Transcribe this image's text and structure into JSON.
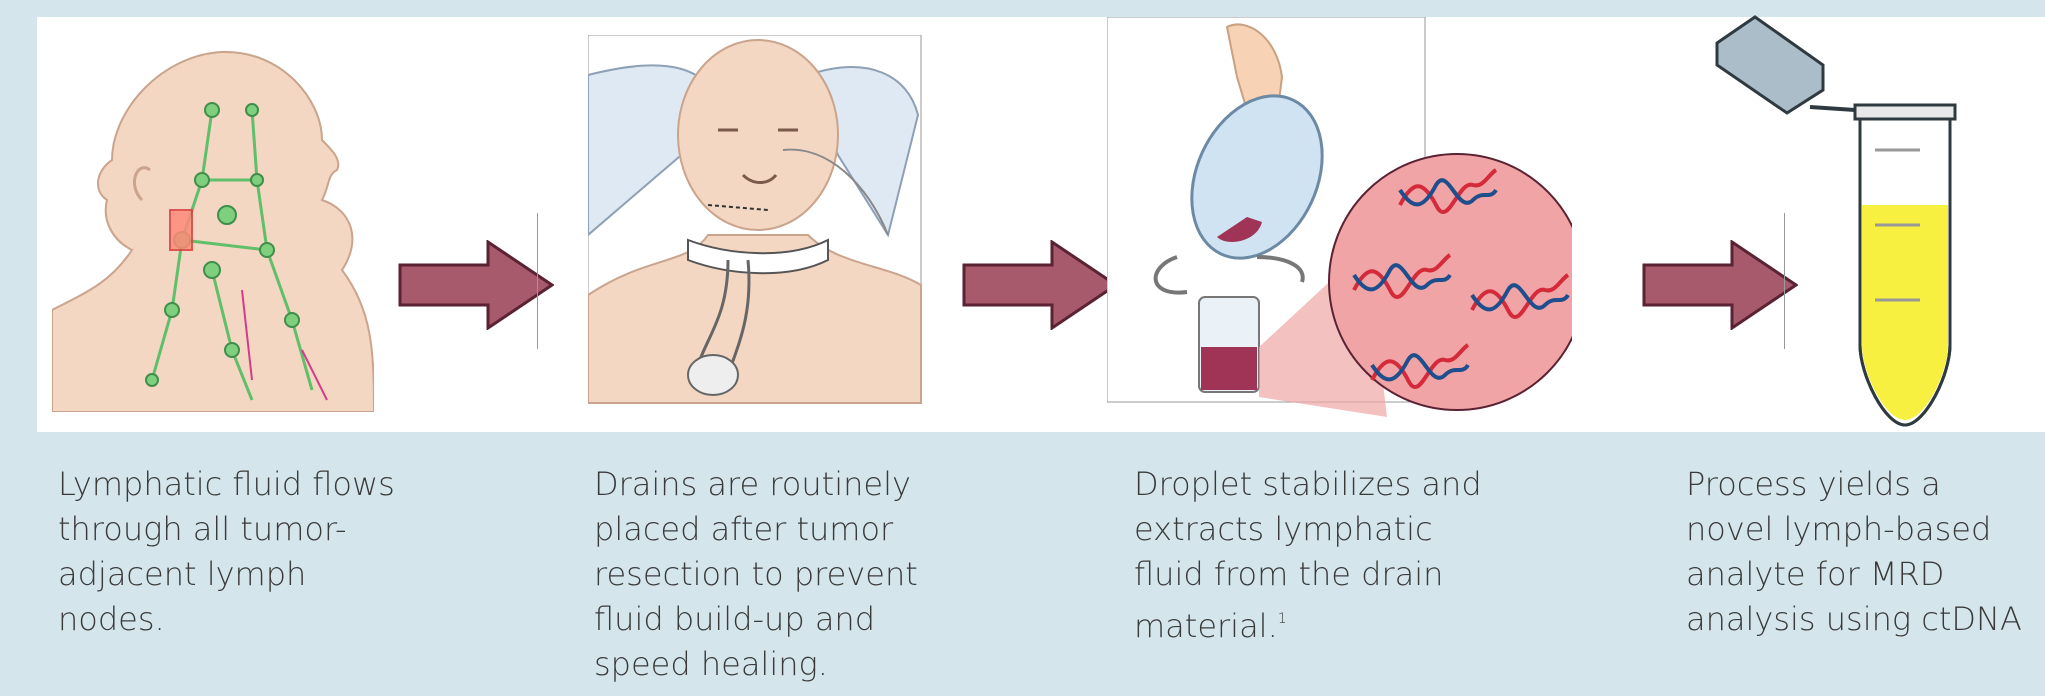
{
  "captions": [
    {
      "text": "Lymphatic fluid flows\nthrough all tumor-\nadjacent lymph\nnodes."
    },
    {
      "text": "Drains are routinely\nplaced after tumor\nresection to prevent\nfluid build-up and\nspeed healing."
    },
    {
      "text": "Droplet stabilizes and\nextracts lymphatic\nfluid from the drain\nmaterial.",
      "superscript": "1"
    },
    {
      "text": "Process yields a\nnovel lymph-based\nanalyte for MRD\nanalysis using ctDNA"
    }
  ],
  "colors": {
    "background": "#d4e6ec",
    "panel": "#ffffff",
    "arrow": "#a65a6c",
    "arrow_stroke": "#5a2233",
    "skin": "#f3d7c2",
    "lymph": "#5fbf6a",
    "fluid": "#f7f040"
  },
  "icons": [
    "right-arrow-icon",
    "dna-strand-icon"
  ]
}
